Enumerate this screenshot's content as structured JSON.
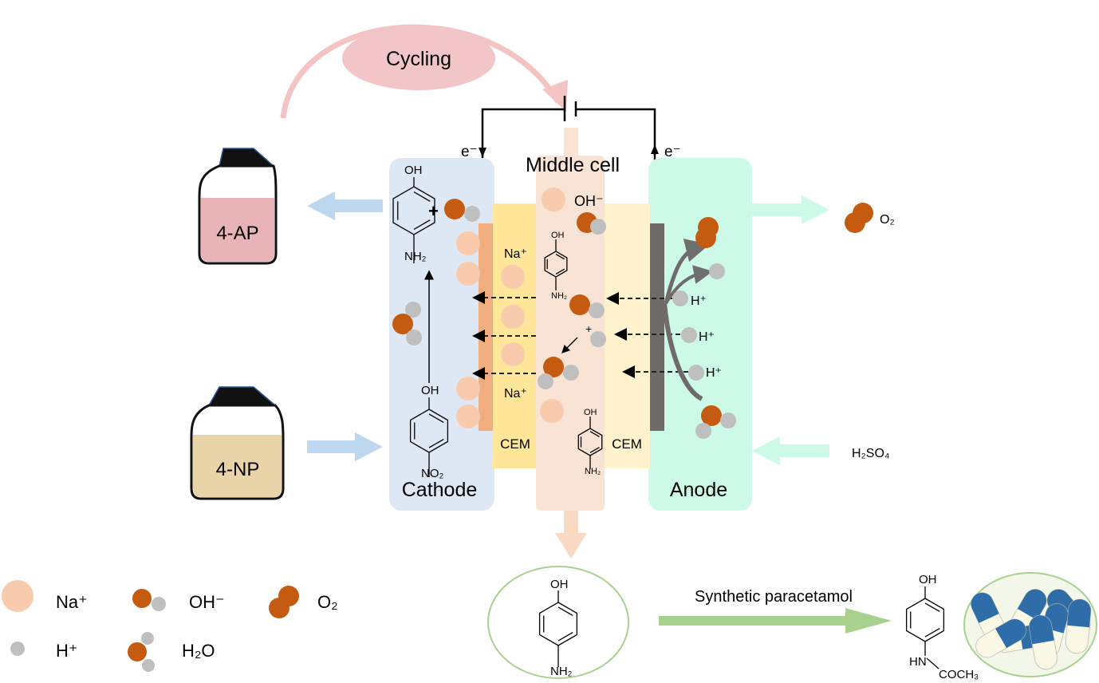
{
  "cycling_label": "Cycling",
  "jars": {
    "product": "4-AP",
    "feed": "4-NP"
  },
  "cells": {
    "cathode": "Cathode",
    "middle": "Middle cell",
    "anode": "Anode",
    "cem_left": "CEM",
    "cem_right": "CEM"
  },
  "electron": "e⁻",
  "ions": {
    "na": "Na⁺",
    "oh": "OH⁻",
    "h": "H⁺",
    "plus": "+"
  },
  "molecules": {
    "oh": "OH",
    "nh2": "NH₂",
    "no2": "NO₂",
    "hn": "HN",
    "coch3": "COCH₃"
  },
  "outputs": {
    "o2": "O₂",
    "h2so4": "H₂SO₄"
  },
  "synthesis_label": "Synthetic paracetamol",
  "legend": {
    "na": "Na⁺",
    "oh": "OH⁻",
    "o2": "O₂",
    "h": "H⁺",
    "h2o": "H₂O"
  },
  "colors": {
    "na": "#f8cbad",
    "oh": "#c55a11",
    "h": "#bfbfbf",
    "cathode": "#dde8f4",
    "anode": "#ccfae6",
    "middle": "#f9e3d4",
    "cem_left": "#ffe699",
    "cem_right": "#fff2cc",
    "cycling": "#f2c5c8"
  }
}
